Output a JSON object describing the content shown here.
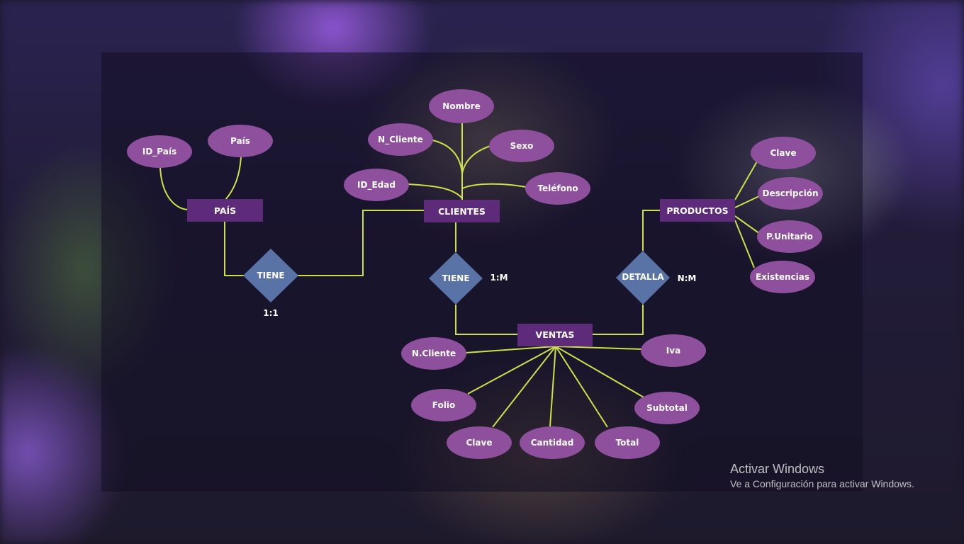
{
  "colors": {
    "attribute_fill": "#8e4f9d",
    "entity_fill": "#5e2a7a",
    "relationship_fill": "#5a73a6",
    "connector": "#cde04a",
    "text": "#ffffff"
  },
  "entities": {
    "pais": "PAÍS",
    "clientes": "CLIENTES",
    "productos": "PRODUCTOS",
    "ventas": "VENTAS"
  },
  "relationships": {
    "tiene_pais": "TIENE",
    "tiene_clientes": "TIENE",
    "detalla": "DETALLA"
  },
  "cardinalities": {
    "pais_clientes": "1:1",
    "clientes_ventas": "1:M",
    "productos_ventas": "N:M"
  },
  "attributes": {
    "pais": {
      "id_pais": "ID_País",
      "pais": "País"
    },
    "clientes": {
      "nombre": "Nombre",
      "n_cliente": "N_Cliente",
      "sexo": "Sexo",
      "id_edad": "ID_Edad",
      "telefono": "Teléfono"
    },
    "productos": {
      "clave": "Clave",
      "descripcion": "Descripción",
      "p_unitario": "P.Unitario",
      "existencias": "Existencias"
    },
    "ventas": {
      "n_cliente": "N.Cliente",
      "iva": "Iva",
      "folio": "Folio",
      "subtotal": "Subtotal",
      "clave": "Clave",
      "cantidad": "Cantidad",
      "total": "Total"
    }
  },
  "watermark": {
    "title": "Activar Windows",
    "subtitle": "Ve a Configuración para activar Windows."
  }
}
